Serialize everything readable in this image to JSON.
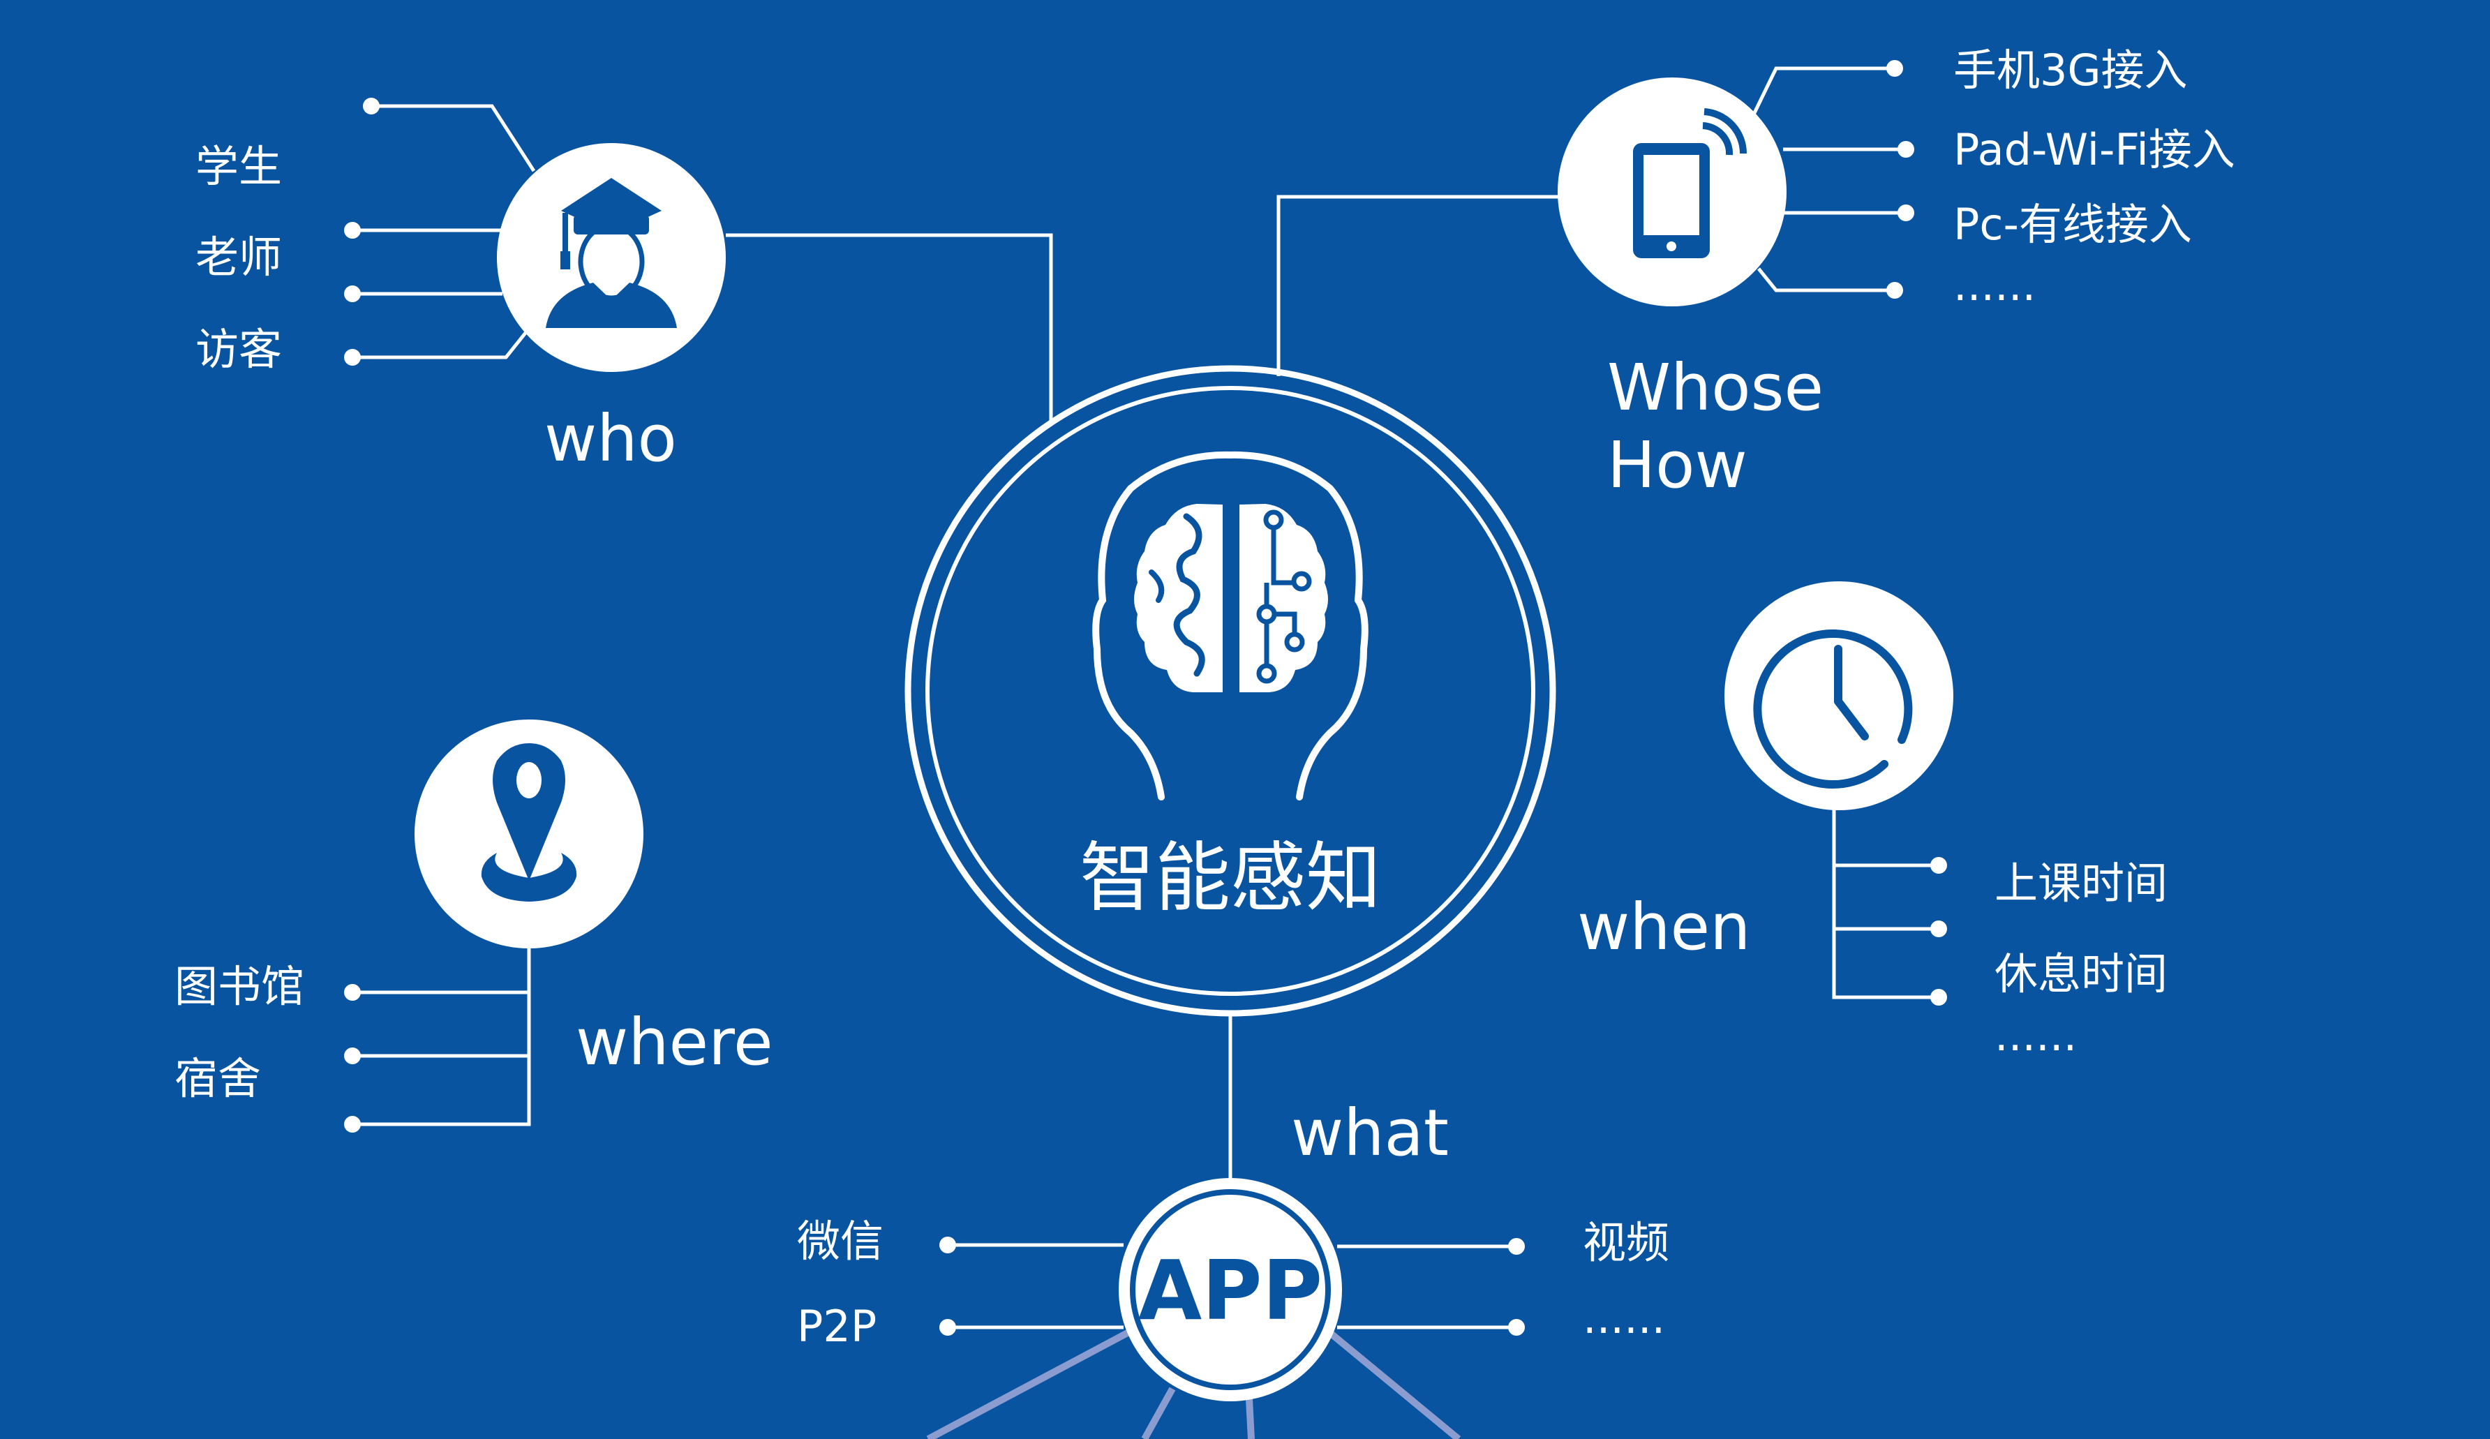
{
  "colors": {
    "background": "#0854A0",
    "foreground": "#FFFFFF",
    "bottom_rays": "#8A9CD0"
  },
  "center": {
    "title": "智能感知",
    "icon": "brain-circuit-icon"
  },
  "who": {
    "label": "who",
    "icon": "graduate-user-icon",
    "items": [
      "学生",
      "老师",
      "访客"
    ]
  },
  "whose_how": {
    "label_line1": "Whose",
    "label_line2": "How",
    "icon": "mobile-phone-wifi-icon",
    "items": [
      "手机3G接入",
      "Pad-Wi-Fi接入",
      "Pc-有线接入",
      "......"
    ]
  },
  "when": {
    "label": "when",
    "icon": "clock-icon",
    "items": [
      "上课时间",
      "休息时间",
      "......"
    ]
  },
  "where": {
    "label": "where",
    "icon": "map-pin-icon",
    "items": [
      "图书馆",
      "宿舍"
    ]
  },
  "what": {
    "label": "what",
    "app_label": "APP",
    "left_items": [
      "微信",
      "P2P"
    ],
    "right_items": [
      "视频",
      "......"
    ]
  }
}
